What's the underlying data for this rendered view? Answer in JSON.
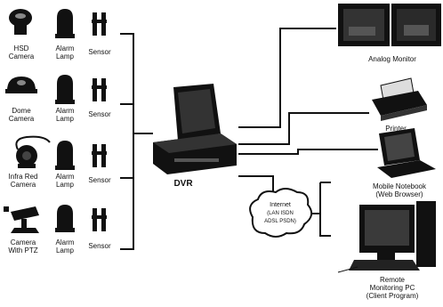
{
  "devices": {
    "hsd_camera": "HSD\nCamera",
    "dome_camera": "Dome\nCamera",
    "infra_red_camera": "Infra Red\nCamera",
    "camera_ptz": "Camera\nWith PTZ",
    "alarm_lamp": "Alarm\nLamp",
    "sensor": "Sensor"
  },
  "center": {
    "dvr": "DVR"
  },
  "outputs": {
    "analog_monitor": "Analog Monitor",
    "printer": "Printer",
    "mobile_notebook": "Mobile Notebook\n(Web Browser)",
    "remote_pc": "Remote\nMonitoring PC\n(Client Program)"
  },
  "internet": {
    "title": "Internet",
    "line1": "(LAN  ISDN",
    "line2": "ADSL  PSDN)"
  }
}
